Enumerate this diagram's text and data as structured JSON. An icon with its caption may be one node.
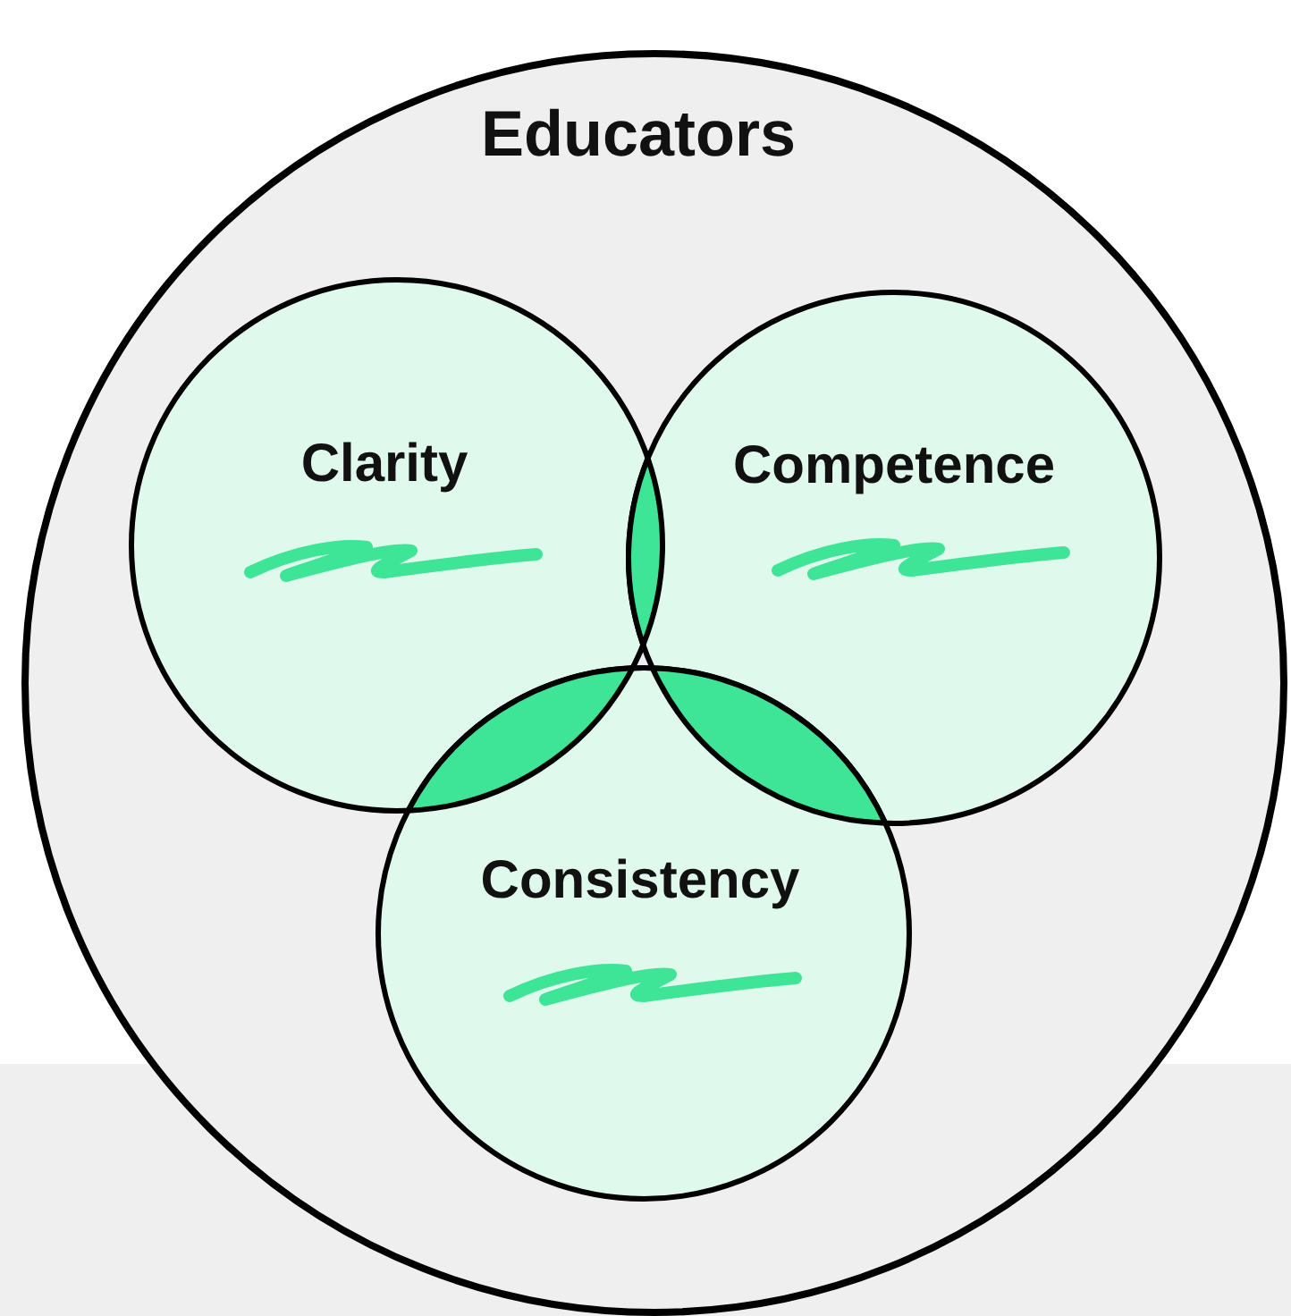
{
  "diagram": {
    "nodes": [
      {
        "text": [
          "Educators"
        ]
      },
      {
        "text": [
          "Clarity"
        ],
        "in": 0
      },
      {
        "text": [
          "Competence"
        ],
        "in": 0
      },
      {
        "text": [
          "Consistency"
        ],
        "in": 0
      }
    ]
  }
}
